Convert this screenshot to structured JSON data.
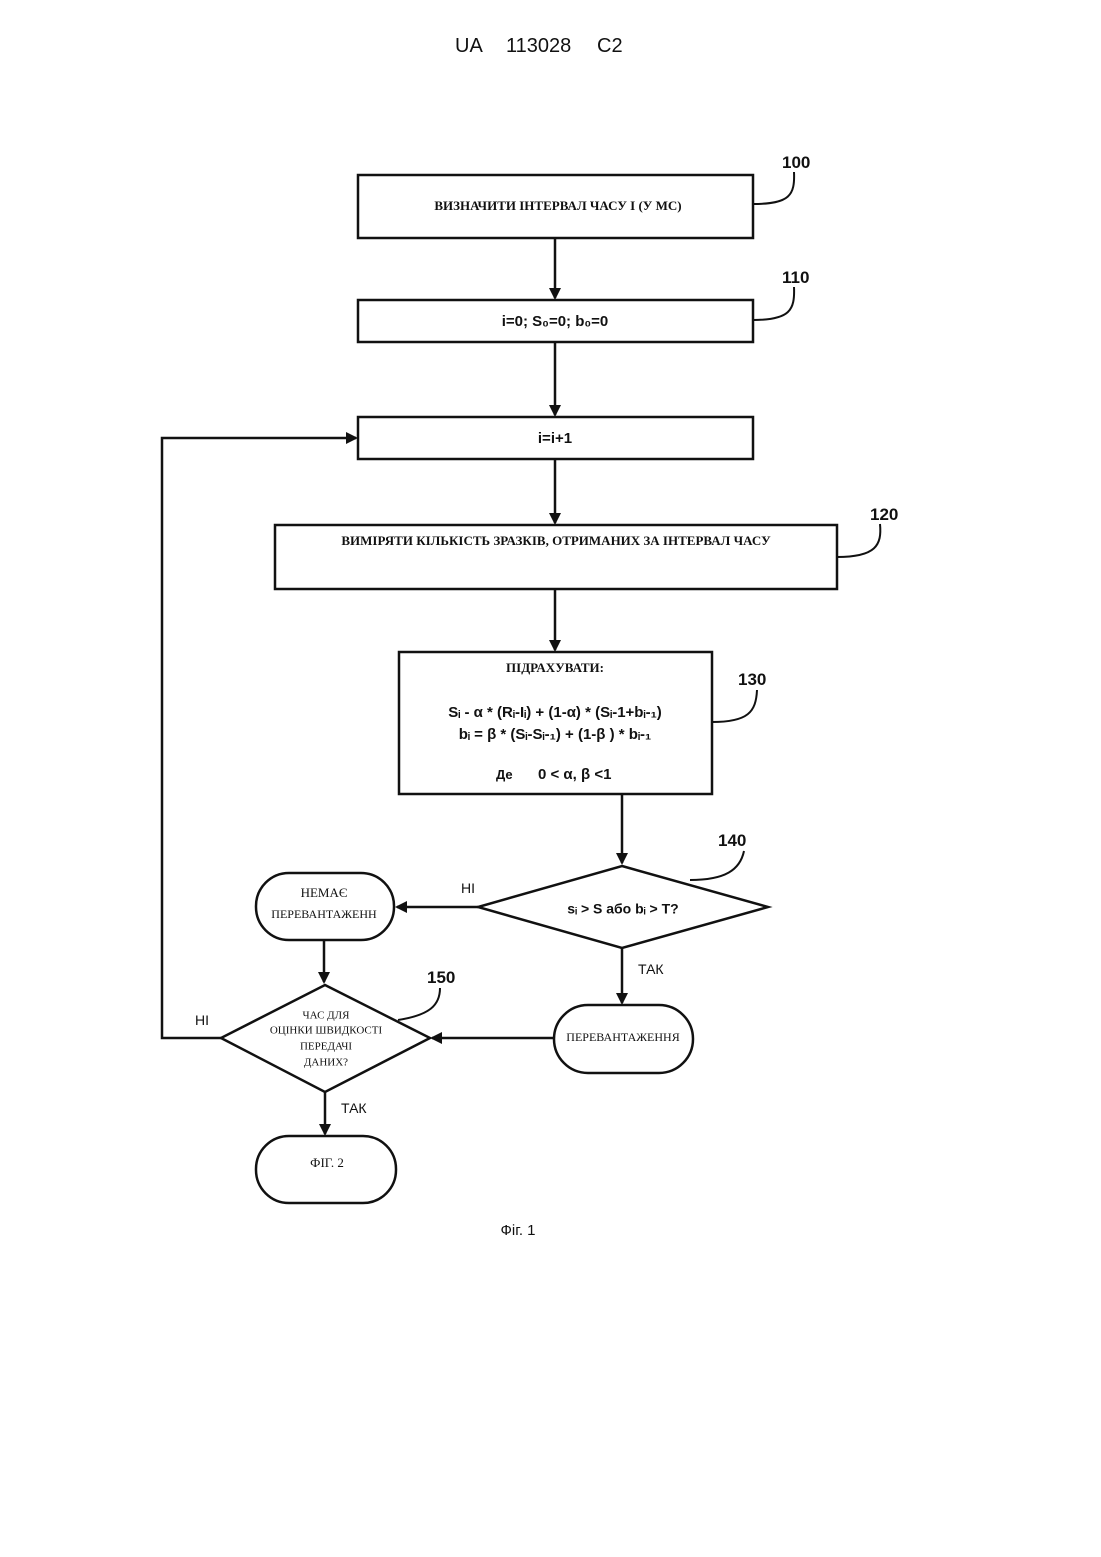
{
  "header": {
    "country": "UA",
    "number": "113028",
    "kind": "C2"
  },
  "steps": {
    "s100": {
      "ref": "100",
      "text": "ВИЗНАЧИТИ ІНТЕРВАЛ ЧАСУ I (У МС)"
    },
    "s110": {
      "ref": "110",
      "text": "i=0;  S₀=0;  b₀=0"
    },
    "inc": {
      "text": "i=i+1"
    },
    "s120": {
      "ref": "120",
      "text": "ВИМІРЯТИ КІЛЬКІСТЬ ЗРАЗКІВ, ОТРИМАНИХ ЗА ІНТЕРВАЛ ЧАСУ"
    },
    "s130": {
      "ref": "130",
      "title": "ПІДРАХУВАТИ:",
      "eq1": "Sᵢ - α * (Rᵢ-Iᵢ) + (1-α) * (Sᵢ-1+bᵢ-₁)",
      "eq2": "bᵢ = β * (Sᵢ-Sᵢ-₁) + (1-β ) * bᵢ-₁",
      "where_label": "Де",
      "where_cond": "0 < α,  β <1"
    },
    "s140": {
      "ref": "140",
      "text": "sᵢ > S або bᵢ  > T?"
    },
    "no_overload": {
      "line1": "НЕМАЄ",
      "line2": "ПЕРЕВАНТАЖЕНН"
    },
    "overload": {
      "text": "ПЕРЕВАНТАЖЕННЯ"
    },
    "s150": {
      "ref": "150",
      "lines": [
        "ЧАС ДЛЯ",
        "ОЦІНКИ ШВИДКОСТІ",
        "ПЕРЕДАЧІ",
        "ДАНИХ?"
      ]
    },
    "fig2": {
      "text": "ФІГ. 2"
    }
  },
  "branch_labels": {
    "no_140": "НІ",
    "yes_140": "ТАК",
    "no_150": "НІ",
    "yes_150": "ТАК"
  },
  "caption": "Фіг. 1"
}
